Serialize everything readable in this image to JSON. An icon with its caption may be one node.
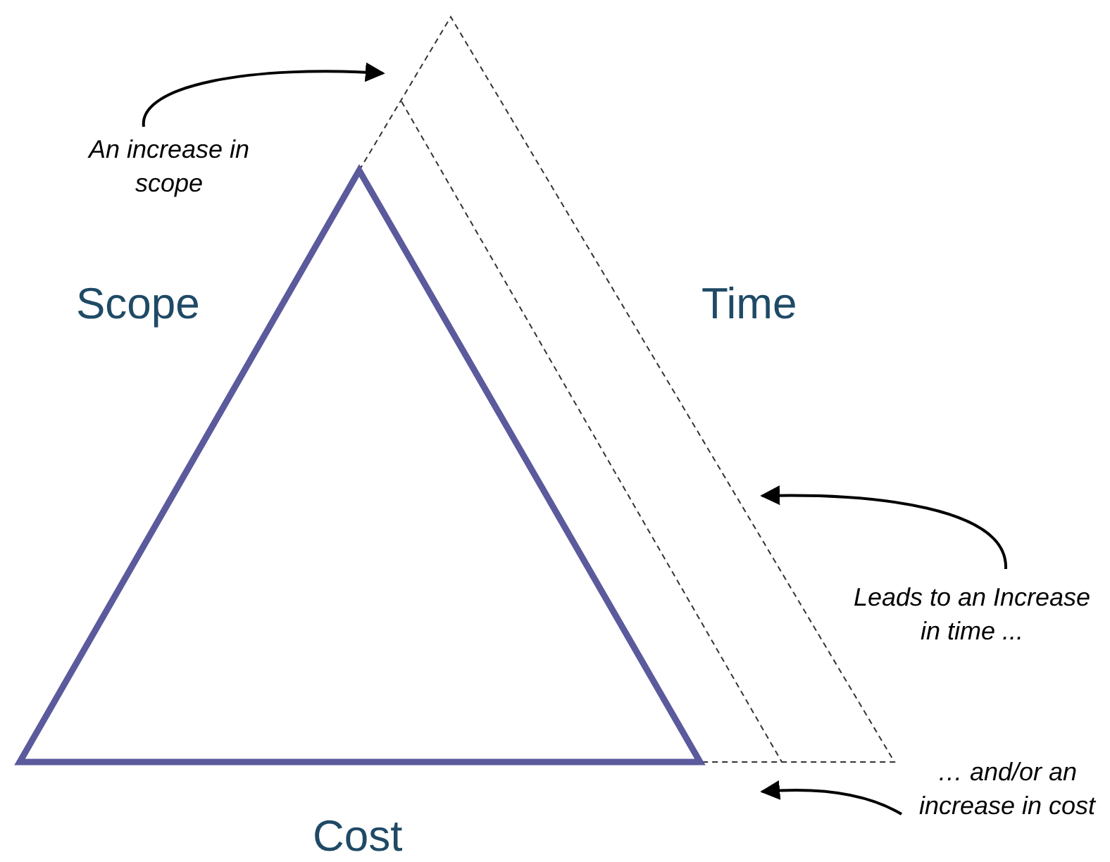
{
  "diagram": {
    "nodes": [
      {
        "text": [
          "An increase in scope"
        ]
      },
      {
        "text": [
          "Leads to an Increase in time ..."
        ]
      },
      {
        "text": [
          "… and/or an increase in cost"
        ]
      }
    ],
    "edges": [
      {
        "from": 0,
        "to": null,
        "arrow": "to"
      },
      {
        "from": 1,
        "to": null,
        "arrow": "to"
      },
      {
        "from": 2,
        "to": null,
        "arrow": "to"
      }
    ],
    "labels": [
      "Scope",
      "Time",
      "Cost"
    ]
  }
}
